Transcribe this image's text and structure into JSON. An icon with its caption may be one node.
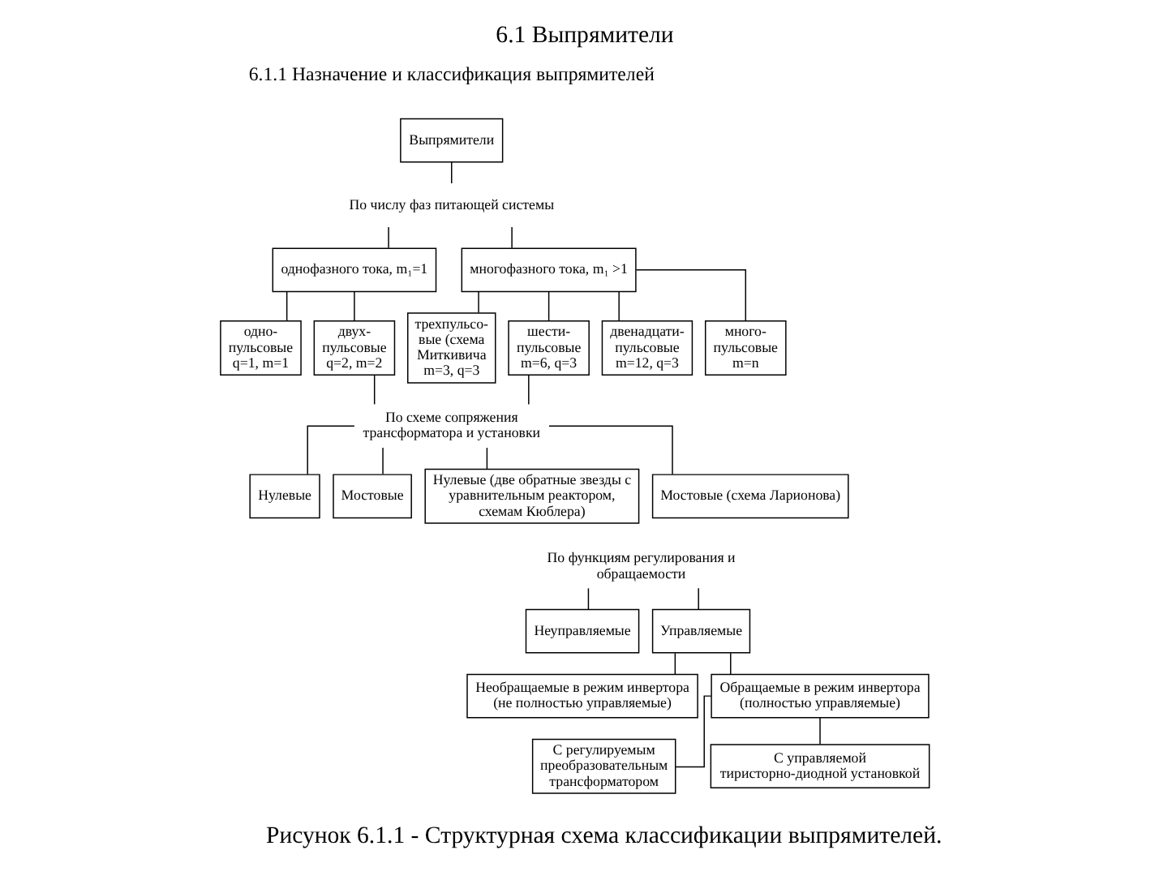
{
  "diagram": {
    "title": "6.1 Выпрямители",
    "caption": "Рисунок 6.1.1 - Структурная схема классификации выпрямителей.",
    "nodes": [
      {
        "text": [
          "Выпрямители"
        ]
      },
      {
        "text": [
          "По числу фаз питающей системы"
        ]
      },
      {
        "text": [
          "однофазного тока, m₁=1"
        ]
      },
      {
        "text": [
          "многофазного тока, m₁ >1"
        ]
      },
      {
        "text": [
          "одно- пульсовые q=1, m=1"
        ]
      },
      {
        "text": [
          "двух- пульсовые q=2, m=2"
        ]
      },
      {
        "text": [
          "трехпульсо- вые (схема Миткивича m=3, q=3"
        ]
      },
      {
        "text": [
          "шести- пульсовые m=6, q=3"
        ]
      },
      {
        "text": [
          "двенадцати- пульсовые m=12, q=3"
        ]
      },
      {
        "text": [
          "много- пульсовые m=n"
        ]
      },
      {
        "text": [
          "По схеме сопряжения трансформатора и установки"
        ]
      },
      {
        "text": [
          "Нулевые"
        ]
      },
      {
        "text": [
          "Мостовые"
        ]
      },
      {
        "text": [
          "Нулевые (две обратные звезды с уравнительным реактором, схемам Кюблера)"
        ]
      },
      {
        "text": [
          "Мостовые (схема Ларионова)"
        ]
      },
      {
        "text": [
          "По функциям регулирования и обращаемости"
        ]
      },
      {
        "text": [
          "Неуправляемые"
        ]
      },
      {
        "text": [
          "Управляемые"
        ]
      },
      {
        "text": [
          "Необращаемые в режим инвертора (не полностью управляемые)"
        ]
      },
      {
        "text": [
          "Обращаемые в режим инвертора (полностью управляемые)"
        ]
      },
      {
        "text": [
          "С регулируемым преобразовательным трансформатором"
        ]
      },
      {
        "text": [
          "С управляемой тиристорно-диодной установкой"
        ]
      }
    ],
    "edges": [
      {
        "from": 0,
        "to": 1,
        "arrow": "none"
      },
      {
        "from": 1,
        "to": 2,
        "arrow": "none"
      },
      {
        "from": 1,
        "to": 3,
        "arrow": "none"
      },
      {
        "from": 2,
        "to": 4,
        "arrow": "none"
      },
      {
        "from": 2,
        "to": 5,
        "arrow": "none"
      },
      {
        "from": 3,
        "to": 6,
        "arrow": "none"
      },
      {
        "from": 3,
        "to": 7,
        "arrow": "none"
      },
      {
        "from": 3,
        "to": 8,
        "arrow": "none"
      },
      {
        "from": 3,
        "to": 9,
        "arrow": "none"
      },
      {
        "from": 5,
        "to": 10,
        "arrow": "none"
      },
      {
        "from": 7,
        "to": 10,
        "arrow": "none"
      },
      {
        "from": 10,
        "to": 11,
        "arrow": "none"
      },
      {
        "from": 10,
        "to": 12,
        "arrow": "none"
      },
      {
        "from": 10,
        "to": 13,
        "arrow": "none"
      },
      {
        "from": 10,
        "to": 14,
        "arrow": "none"
      },
      {
        "from": 15,
        "to": 16,
        "arrow": "none"
      },
      {
        "from": 15,
        "to": 17,
        "arrow": "none"
      },
      {
        "from": 17,
        "to": 18,
        "arrow": "none"
      },
      {
        "from": 17,
        "to": 19,
        "arrow": "none"
      },
      {
        "from": 19,
        "to": 20,
        "arrow": "none"
      },
      {
        "from": 19,
        "to": 21,
        "arrow": "none"
      }
    ],
    "labels": [
      "6.1.1 Назначение и классификация выпрямителей"
    ]
  }
}
